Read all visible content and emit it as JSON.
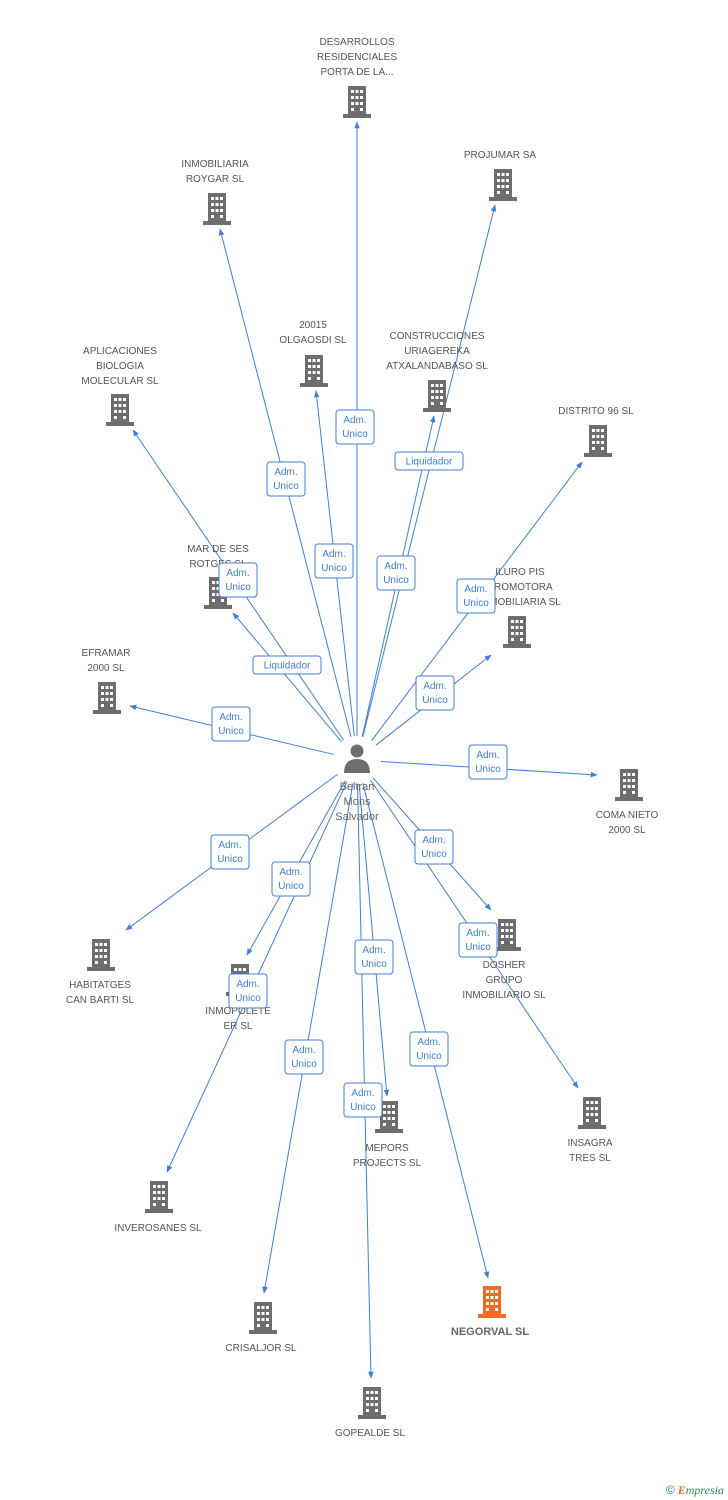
{
  "colors": {
    "edge": "#3f7fd6",
    "building": "#6d6d6d",
    "highlight": "#f26b22"
  },
  "center": {
    "id": "person",
    "icon": "person-icon",
    "lines": [
      "Beltran",
      "Mons",
      "Salvador"
    ]
  },
  "nodes": [
    {
      "id": "desarrollos",
      "lines": [
        "DESARROLLOS",
        "RESIDENCIALES",
        "PORTA DE LA..."
      ],
      "icon": "building-icon"
    },
    {
      "id": "projumar",
      "lines": [
        "PROJUMAR SA"
      ],
      "icon": "building-icon"
    },
    {
      "id": "roygar",
      "lines": [
        "INMOBILIARIA",
        "ROYGAR SL"
      ],
      "icon": "building-icon"
    },
    {
      "id": "olgaosdi",
      "lines": [
        "20015",
        "OLGAOSDI SL"
      ],
      "icon": "building-icon"
    },
    {
      "id": "uriagereka",
      "lines": [
        "CONSTRUCCIONES",
        "URIAGEREKA",
        "ATXALANDABASO SL"
      ],
      "icon": "building-icon"
    },
    {
      "id": "aplicaciones",
      "lines": [
        "APLICACIONES",
        "BIOLOGIA",
        "MOLECULAR SL"
      ],
      "icon": "building-icon"
    },
    {
      "id": "distrito",
      "lines": [
        "DISTRITO 96 SL"
      ],
      "icon": "building-icon"
    },
    {
      "id": "marses",
      "lines": [
        "MAR DE SES",
        "ROTGES SL"
      ],
      "icon": "building-icon"
    },
    {
      "id": "iluro",
      "lines": [
        "ILURO PIS",
        "PROMOTORA",
        "INMOBILIARIA SL"
      ],
      "icon": "building-icon"
    },
    {
      "id": "eframar",
      "lines": [
        "EFRAMAR",
        "2000 SL"
      ],
      "icon": "building-icon"
    },
    {
      "id": "comanieto",
      "lines": [
        "COMA NIETO",
        "2000 SL"
      ],
      "icon": "building-icon"
    },
    {
      "id": "habitatges",
      "lines": [
        "HABITATGES",
        "CAN BARTI SL"
      ],
      "icon": "building-icon"
    },
    {
      "id": "inmopolete",
      "lines": [
        "INMOPOLETE",
        "ER SL"
      ],
      "icon": "building-icon"
    },
    {
      "id": "dosher",
      "lines": [
        "DOSHER",
        "GRUPO",
        "INMOBILIARIO SL"
      ],
      "icon": "building-icon"
    },
    {
      "id": "insagra",
      "lines": [
        "INSAGRA",
        "TRES SL"
      ],
      "icon": "building-icon"
    },
    {
      "id": "mepors",
      "lines": [
        "MEPORS",
        "PROJECTS SL"
      ],
      "icon": "building-icon"
    },
    {
      "id": "inverosanes",
      "lines": [
        "INVEROSANES SL"
      ],
      "icon": "building-icon"
    },
    {
      "id": "crisaljor",
      "lines": [
        "CRISALJOR SL"
      ],
      "icon": "building-icon"
    },
    {
      "id": "negorval",
      "lines": [
        "NEGORVAL SL"
      ],
      "icon": "building-icon",
      "highlight": true
    },
    {
      "id": "gopealde",
      "lines": [
        "GOPEALDE SL"
      ],
      "icon": "building-icon"
    }
  ],
  "edges": [
    {
      "to": "desarrollos",
      "label": [
        "Adm.",
        "Unico"
      ]
    },
    {
      "to": "projumar",
      "label": [
        "Adm.",
        "Unico"
      ]
    },
    {
      "to": "roygar",
      "label": [
        "Adm.",
        "Unico"
      ]
    },
    {
      "to": "olgaosdi",
      "label": [
        "Adm.",
        "Unico"
      ]
    },
    {
      "to": "uriagereka",
      "label": [
        "Liquidador"
      ]
    },
    {
      "to": "aplicaciones",
      "label": [
        "Adm.",
        "Unico"
      ]
    },
    {
      "to": "distrito",
      "label": [
        "Adm.",
        "Unico"
      ]
    },
    {
      "to": "marses",
      "label": [
        "Liquidador"
      ]
    },
    {
      "to": "iluro",
      "label": [
        "Adm.",
        "Unico"
      ]
    },
    {
      "to": "eframar",
      "label": [
        "Adm.",
        "Unico"
      ]
    },
    {
      "to": "comanieto",
      "label": [
        "Adm.",
        "Unico"
      ]
    },
    {
      "to": "habitatges",
      "label": [
        "Adm.",
        "Unico"
      ]
    },
    {
      "to": "inmopolete",
      "label": [
        "Adm.",
        "Unico"
      ]
    },
    {
      "to": "dosher",
      "label": [
        "Adm.",
        "Unico"
      ]
    },
    {
      "to": "insagra",
      "label": [
        "Adm.",
        "Unico"
      ]
    },
    {
      "to": "mepors",
      "label": [
        "Adm.",
        "Unico"
      ]
    },
    {
      "to": "inverosanes",
      "label": [
        "Adm.",
        "Unico"
      ]
    },
    {
      "to": "crisaljor",
      "label": [
        "Adm.",
        "Unico"
      ]
    },
    {
      "to": "negorval",
      "label": [
        "Adm.",
        "Unico"
      ]
    },
    {
      "to": "gopealde",
      "label": [
        "Adm.",
        "Unico"
      ]
    }
  ],
  "brand": {
    "copyright": "©",
    "name": "mpresia",
    "initial": "E"
  }
}
